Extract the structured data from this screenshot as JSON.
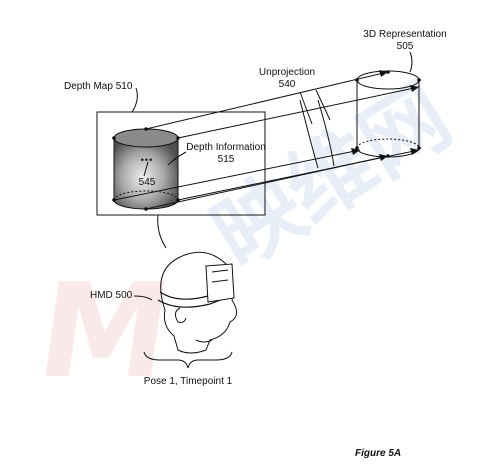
{
  "labels": {
    "representation_3d": "3D Representation",
    "representation_3d_num": "505",
    "depth_map": "Depth Map 510",
    "unprojection": "Unprojection",
    "unprojection_num": "540",
    "depth_information": "Depth Information",
    "depth_information_num": "515",
    "cylinder_dots": "•••",
    "cylinder_num": "545",
    "hmd": "HMD 500",
    "pose": "Pose 1, Timepoint 1",
    "figure": "Figure 5A"
  },
  "watermark": {
    "mark": "M",
    "text": "映维网"
  },
  "colors": {
    "line": "#111111",
    "cylinder_dark": "#4a4a4a",
    "cylinder_light": "#e6e6e6",
    "watermark_red": "#e9a0a0",
    "watermark_blue": "#8fb3e0"
  }
}
